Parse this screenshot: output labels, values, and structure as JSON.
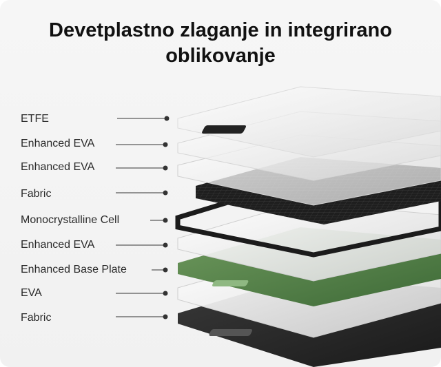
{
  "title": {
    "line1": "Devetplastno zlaganje in integrirano",
    "line2": "oblikovanje"
  },
  "layers": [
    {
      "label": "ETFE",
      "color": "#f3f3f3"
    },
    {
      "label": "Enhanced EVA",
      "color": "#eeeeee"
    },
    {
      "label": "Enhanced EVA",
      "color": "#e9e9e9"
    },
    {
      "label": "Fabric",
      "color": "#1f1f1f"
    },
    {
      "label": "Monocrystalline Cell",
      "color": "#2a2a2a"
    },
    {
      "label": "Enhanced EVA",
      "color": "#ececec"
    },
    {
      "label": "Enhanced Base Plate",
      "color": "#4f7a44"
    },
    {
      "label": "EVA",
      "color": "#eeeeee"
    },
    {
      "label": "Fabric",
      "color": "#2b2b2b"
    }
  ]
}
